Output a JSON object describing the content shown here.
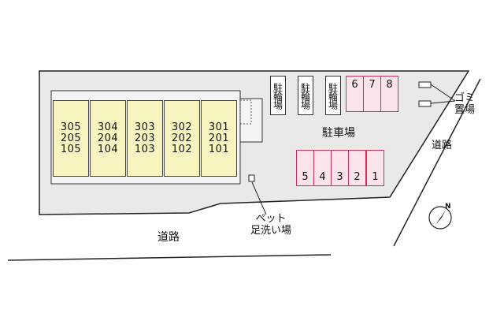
{
  "units": [
    {
      "floors": [
        "305",
        "205",
        "105"
      ]
    },
    {
      "floors": [
        "304",
        "204",
        "104"
      ]
    },
    {
      "floors": [
        "303",
        "203",
        "103"
      ]
    },
    {
      "floors": [
        "302",
        "202",
        "102"
      ]
    },
    {
      "floors": [
        "301",
        "201",
        "101"
      ]
    }
  ],
  "bicycle_parking": [
    "駐輪場",
    "駐輪場",
    "駐輪場"
  ],
  "parking_top": [
    "6",
    "7",
    "8"
  ],
  "parking_bottom": [
    "5",
    "4",
    "3",
    "2",
    "1"
  ],
  "labels": {
    "parking_lot": "駐車場",
    "road_right": "道路",
    "road_bottom": "道路",
    "garbage_line1": "ゴミ",
    "garbage_line2": "置場",
    "pet_line1": "ペット",
    "pet_line2": "足洗い場",
    "north": "N"
  },
  "colors": {
    "site": "#e9e9e9",
    "building": "#f7f4c0",
    "parking": "#fbe3ea",
    "parking_border": "#c8325a"
  }
}
